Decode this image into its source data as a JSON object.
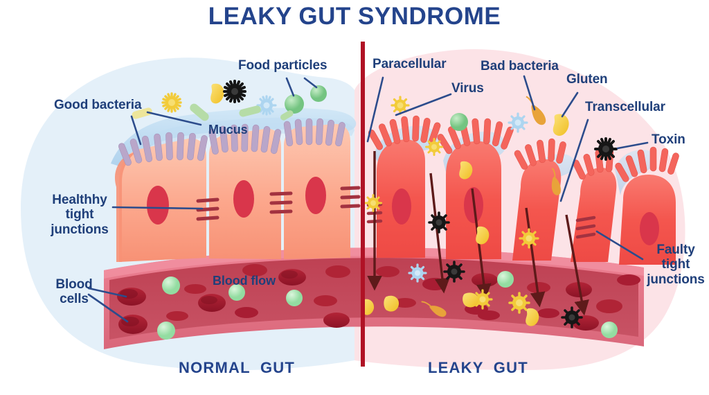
{
  "title": "LEAKY GUT SYNDROME",
  "colors": {
    "title_blue": "#24448C",
    "label_blue": "#1F3F7A",
    "leader_line": "#2C4C8C",
    "left_bg": "#E4F0F9",
    "right_bg": "#FCE3E7",
    "divider_red": "#B01225",
    "healthy_cell": "#FCA289",
    "healthy_cell_light": "#FDC0A8",
    "leaky_cell": "#F4564E",
    "leaky_cell_light": "#F87A71",
    "nucleus": "#D9364B",
    "tight_junction": "#A33240",
    "vessel_wall": "#E9798A",
    "vessel_lumen": "#C0485A",
    "rbc": "#A81D33",
    "green_cell": "#9BDCA8",
    "mucus_blue": "#AED4EE",
    "villi_left": "#B9A6C9",
    "villi_right": "#F4655C",
    "arrow_dark": "#5E1A1A",
    "toxin_black": "#161616",
    "gluten_yellow": "#F5CE3E",
    "virus_blue": "#ADD5F0",
    "virus_yellow": "#F2CB3A",
    "bacteria_green": "#A8D49A",
    "bacteria_orange": "#E8A33A"
  },
  "labels": {
    "good_bacteria": "Good bacteria",
    "food_particles": "Food particles",
    "mucus": "Mucus",
    "healthy_tight_junctions": "Healthhy\ntight\njunctions",
    "blood_cells": "Blood\ncells",
    "blood_flow": "Blood flow",
    "paracellular": "Paracellular",
    "virus": "Virus",
    "bad_bacteria": "Bad bacteria",
    "gluten": "Gluten",
    "transcellular": "Transcellular",
    "toxin": "Toxin",
    "faulty_tight_junctions": "Faulty\ntight\njunctions"
  },
  "captions": {
    "normal": "NORMAL  GUT",
    "leaky": "LEAKY  GUT"
  },
  "legend_items": [
    {
      "name": "good-bacteria",
      "glyph": "rod",
      "color": "#A8D49A"
    },
    {
      "name": "food-particle",
      "glyph": "sphere",
      "color": "#7ECB87"
    },
    {
      "name": "gluten",
      "glyph": "blob",
      "color": "#F5CE3E"
    },
    {
      "name": "toxin",
      "glyph": "spiky",
      "color": "#161616"
    },
    {
      "name": "virus-blue",
      "glyph": "spiky",
      "color": "#ADD5F0"
    },
    {
      "name": "virus-yellow",
      "glyph": "spiky",
      "color": "#F2CB3A"
    },
    {
      "name": "bad-bacteria",
      "glyph": "tadpole",
      "color": "#E8A33A"
    },
    {
      "name": "blood-cell",
      "glyph": "disc",
      "color": "#A81D33"
    }
  ]
}
